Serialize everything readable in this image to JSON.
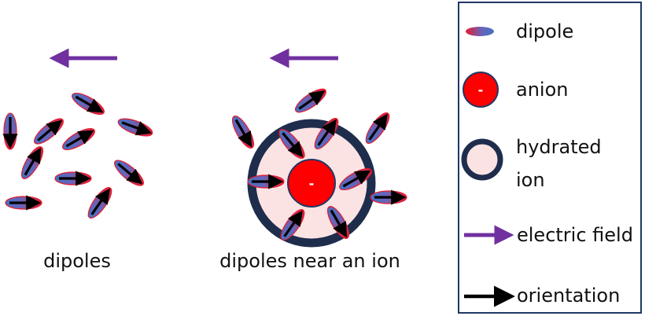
{
  "panels": {
    "left_caption": "dipoles",
    "right_caption": "dipoles near an ion",
    "ion_sign": "-"
  },
  "legend": {
    "dipole_label": "dipole",
    "anion_label": "anion",
    "anion_sign": "-",
    "hydrated_label_line1": "hydrated",
    "hydrated_label_line2": "ion",
    "field_label": "electric field",
    "orientation_label": "orientation"
  },
  "colors": {
    "dipole_red": "#e8192c",
    "dipole_blue": "#4472c4",
    "anion_fill": "#ff0000",
    "anion_stroke": "#1f3864",
    "hydration_fill": "#fbe3e3",
    "hydration_stroke": "#1f2d4d",
    "field_arrow": "#7030a0",
    "orientation_arrow": "#000000",
    "legend_border": "#1f3864"
  }
}
